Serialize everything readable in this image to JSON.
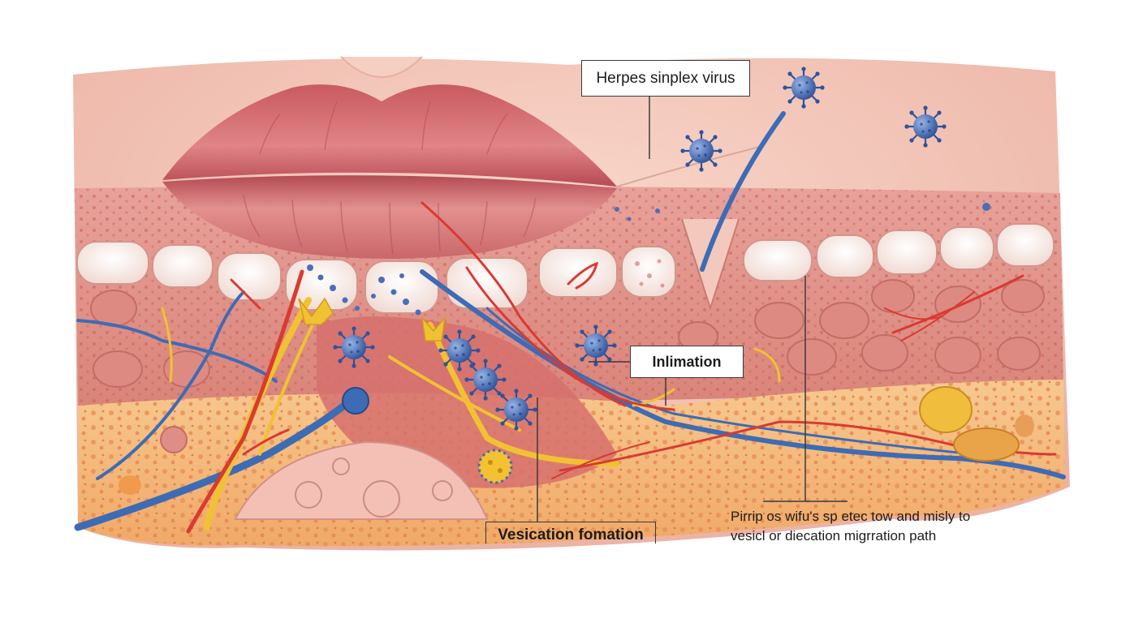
{
  "labels": {
    "virus": "Herpes sinplex virus",
    "inflammation": "Inlimation",
    "vesication": "Vesication fomation"
  },
  "caption": {
    "line1": "Pirrip os wifu's sp etec tow and misly to",
    "line2": "vesicl or diecation migrration path"
  },
  "colors": {
    "skin": "#f2c2b4",
    "lip": "#d86f72",
    "epidermis_cells": "#fbf4ef",
    "dermis": "#e79c94",
    "fat_layer": "#f5b978",
    "nerve_blue": "#3d6cb5",
    "nerve_yellow": "#f0c233",
    "vessel_red": "#d93a32",
    "virus_blue": "#4a6fb8"
  }
}
